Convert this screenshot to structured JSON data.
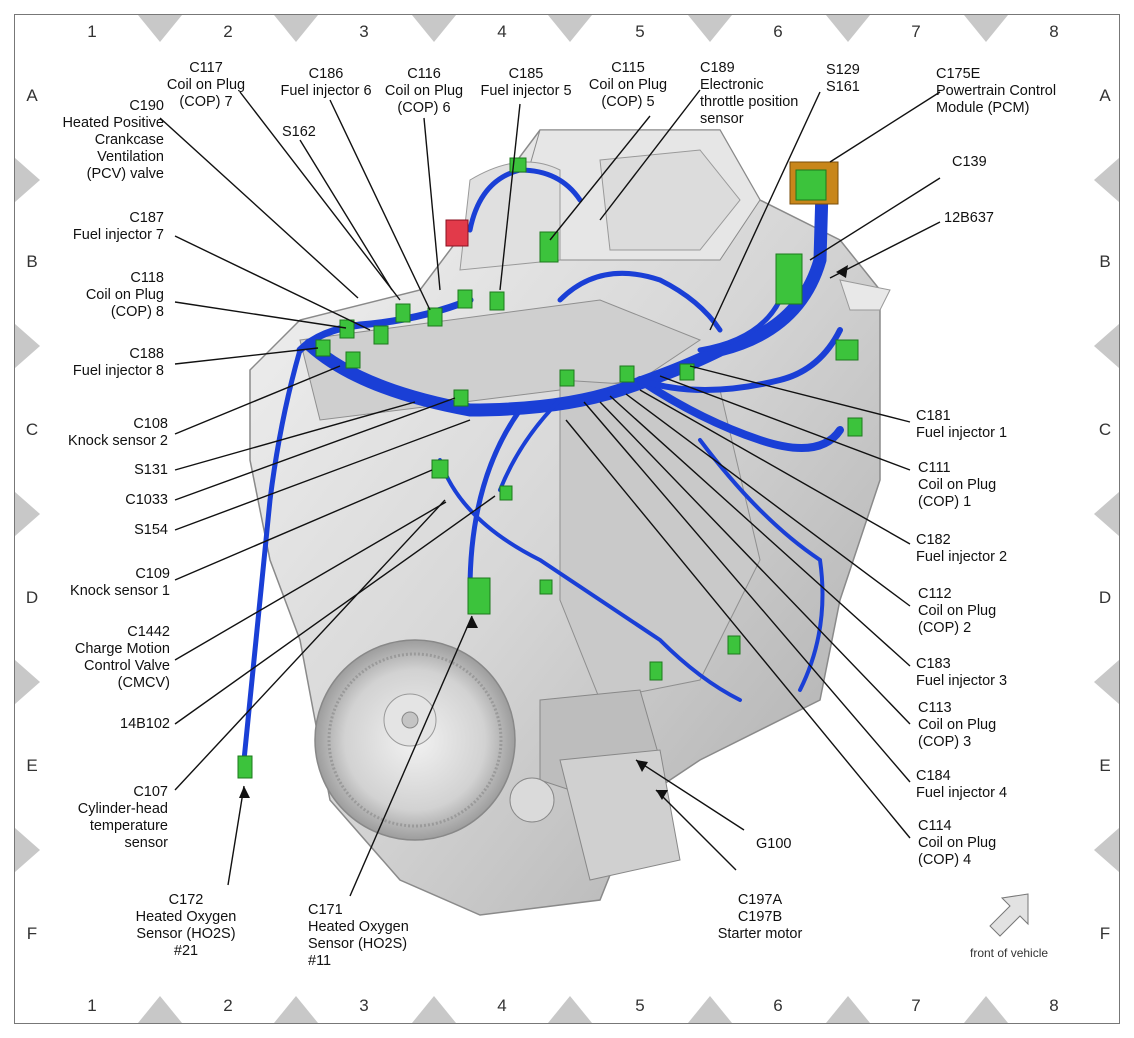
{
  "grid": {
    "columns": [
      "1",
      "2",
      "3",
      "4",
      "5",
      "6",
      "7",
      "8"
    ],
    "rows": [
      "A",
      "B",
      "C",
      "D",
      "E",
      "F"
    ]
  },
  "labels": {
    "c117": "C117\nCoil on Plug\n(COP) 7",
    "c186": "C186\nFuel injector 6",
    "c116": "C116\nCoil on Plug\n(COP) 6",
    "c185": "C185\nFuel injector 5",
    "c115": "C115\nCoil on Plug\n(COP) 5",
    "c189": "C189\nElectronic\nthrottle position\nsensor",
    "s129": "S129\nS161",
    "c175e": "C175E\nPowertrain Control\nModule (PCM)",
    "c190": "C190\nHeated Positive\nCrankcase\nVentilation\n(PCV) valve",
    "s162": "S162",
    "c139": "C139",
    "h12b637": "12B637",
    "c187": "C187\nFuel injector 7",
    "c118": "C118\nCoil on Plug\n(COP) 8",
    "c188": "C188\nFuel injector 8",
    "c108": "C108\nKnock sensor 2",
    "s131": "S131",
    "c1033": "C1033",
    "s154": "S154",
    "c109": "C109\nKnock sensor 1",
    "c1442": "C1442\nCharge Motion\nControl Valve\n(CMCV)",
    "h14b102": "14B102",
    "c107": "C107\nCylinder-head\ntemperature\nsensor",
    "c172": "C172\nHeated Oxygen\nSensor (HO2S)\n#21",
    "c171": "C171\nHeated Oxygen\nSensor (HO2S)\n#11",
    "c197": "C197A\nC197B\nStarter motor",
    "g100": "G100",
    "c181": "C181\nFuel injector 1",
    "c111": "C111\nCoil on Plug\n(COP) 1",
    "c182": "C182\nFuel injector 2",
    "c112": "C112\nCoil on Plug\n(COP) 2",
    "c183": "C183\nFuel injector 3",
    "c113": "C113\nCoil on Plug\n(COP) 3",
    "c184": "C184\nFuel injector 4",
    "c114": "C114\nCoil on Plug\n(COP) 4"
  },
  "front_of_vehicle": "front of vehicle",
  "colors": {
    "harness": "#1a3fd6",
    "connector": "#3cc33c",
    "pcm": "#c8861a",
    "engine": "#d8d8d8",
    "border_tri": "#c8c8c8"
  }
}
